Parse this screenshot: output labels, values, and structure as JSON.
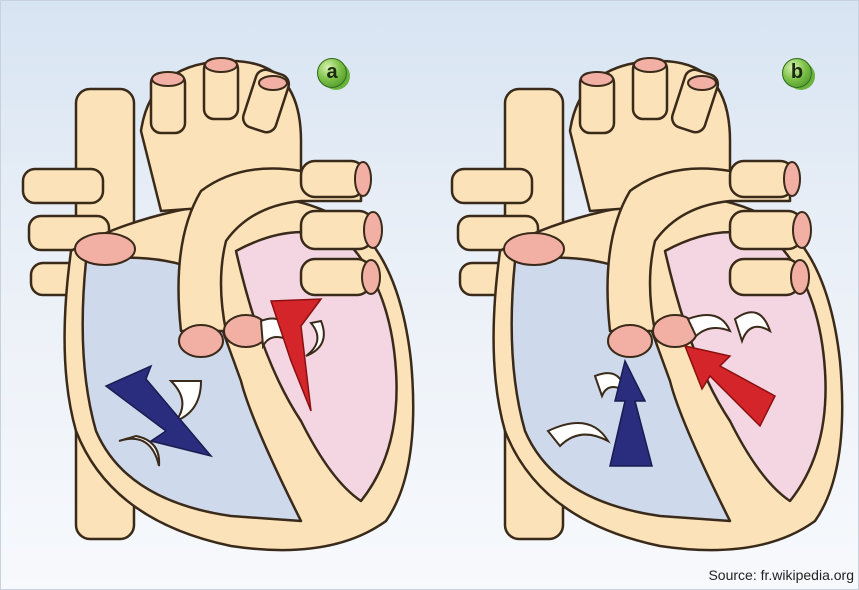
{
  "panels": [
    {
      "label": "a",
      "flow": "ventricles-filling"
    },
    {
      "label": "b",
      "flow": "ventricles-ejecting"
    }
  ],
  "colors": {
    "vessel": "#fbe2b8",
    "outline": "#3a2a1a",
    "vessel_opening": "#f2b0a4",
    "right_chambers": "#cfd9ec",
    "left_chambers": "#f4d6e2",
    "deoxygenated_arrow": "#2a2d7e",
    "oxygenated_arrow": "#d4262a",
    "valve": "#ffffff"
  },
  "source": "Source: fr.wikipedia.org"
}
